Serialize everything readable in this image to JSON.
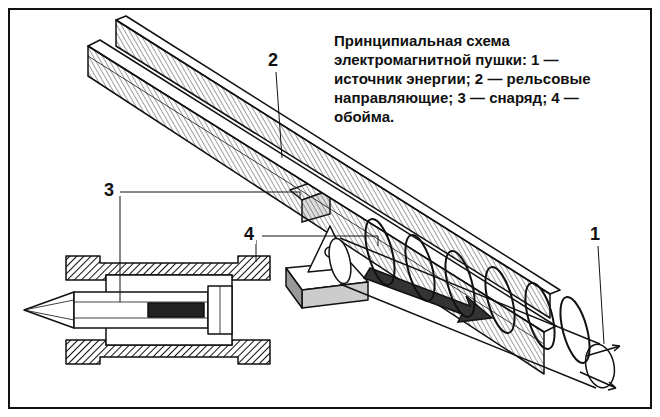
{
  "diagram": {
    "caption": "Принципиальная схема электромагнитной пушки: 1 — источник энергии; 2 — рельсовые направляющие; 3 — снаряд; 4 — обойма.",
    "labels": [
      "2",
      "3",
      "4",
      "1"
    ]
  }
}
